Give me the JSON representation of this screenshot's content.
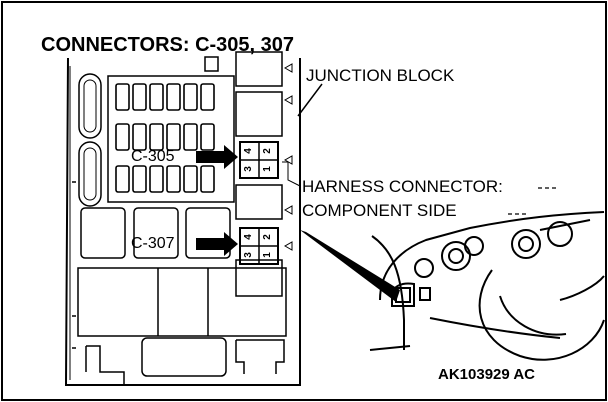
{
  "title": "CONNECTORS: C-305, 307",
  "labels": {
    "junction_block": "JUNCTION BLOCK",
    "harness_line1": "HARNESS CONNECTOR:",
    "harness_line2": "COMPONENT SIDE",
    "c305": "C-305",
    "c307": "C-307",
    "figure_code": "AK103929 AC"
  },
  "connectors": [
    {
      "id": "c305",
      "pins": {
        "top_left": "4",
        "top_right": "2",
        "bottom_left": "3",
        "bottom_right": "1"
      }
    },
    {
      "id": "c307",
      "pins": {
        "top_left": "4",
        "top_right": "2",
        "bottom_left": "3",
        "bottom_right": "1"
      }
    }
  ],
  "colors": {
    "ink": "#000000",
    "paper": "#ffffff"
  }
}
